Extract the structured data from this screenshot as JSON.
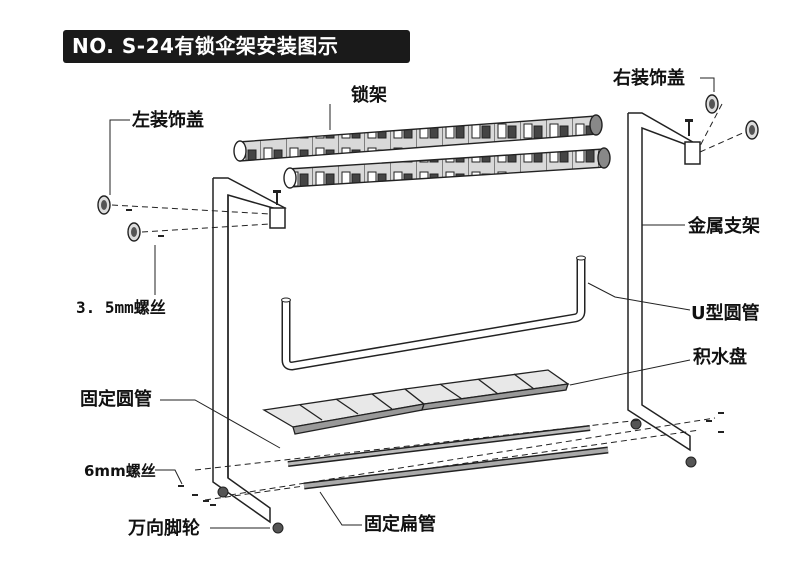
{
  "title": "NO. S-24有锁伞架安装图示",
  "labels": {
    "lock_rack": "锁架",
    "left_cover": "左装饰盖",
    "right_cover": "右装饰盖",
    "screw_35": "3. 5mm螺丝",
    "metal_frame": "金属支架",
    "u_tube": "U型圆管",
    "drip_tray": "积水盘",
    "fixed_round_tube": "固定圆管",
    "screw_6": "6mm螺丝",
    "caster": "万向脚轮",
    "fixed_flat_tube": "固定扁管"
  },
  "colors": {
    "title_bg": "#1a1a1a",
    "title_text": "#ffffff",
    "line": "#222222"
  }
}
